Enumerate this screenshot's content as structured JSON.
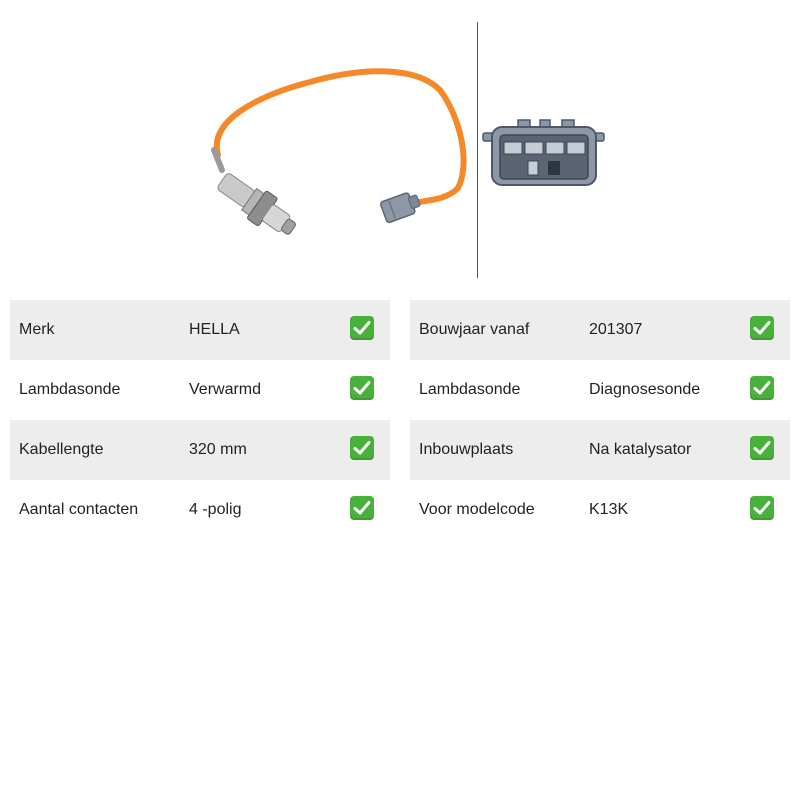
{
  "colors": {
    "cable": "#f5892a",
    "check": "#48b13a",
    "row_shade": "#ededed",
    "divider": "#555555"
  },
  "images": {
    "left": "lambda-sensor-photo",
    "right": "connector-front-view"
  },
  "specs_left": [
    {
      "label": "Merk",
      "value": "HELLA",
      "icon": "check-icon"
    },
    {
      "label": "Lambdasonde",
      "value": "Verwarmd",
      "icon": "check-icon"
    },
    {
      "label": "Kabellengte",
      "value": "320 mm",
      "icon": "check-icon"
    },
    {
      "label": "Aantal contacten",
      "value": "4 -polig",
      "icon": "check-icon"
    }
  ],
  "specs_right": [
    {
      "label": "Bouwjaar vanaf",
      "value": "201307",
      "icon": "check-icon"
    },
    {
      "label": "Lambdasonde",
      "value": "Diagnosesonde",
      "icon": "check-icon"
    },
    {
      "label": "Inbouwplaats",
      "value": "Na katalysator",
      "icon": "check-icon"
    },
    {
      "label": "Voor modelcode",
      "value": "K13K",
      "icon": "check-icon"
    }
  ]
}
